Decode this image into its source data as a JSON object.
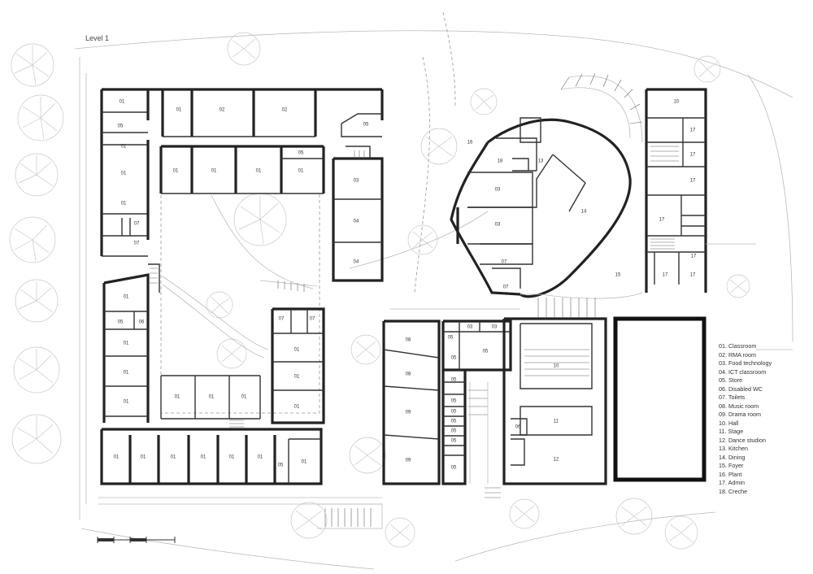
{
  "level_label": "Level 1",
  "legend": [
    "01. Classroom",
    "02. RMA room",
    "03. Food technology",
    "04. ICT classroom",
    "05. Store",
    "06. Disabled WC",
    "07. Toilets",
    "08. Music room",
    "09. Drama room",
    "10. Hall",
    "11. Stage",
    "12. Dance studion",
    "13. Kitchen",
    "14. Dining",
    "15. Foyer",
    "16. Plant",
    "17. Admin",
    "18. Creche"
  ],
  "room_labels": [
    "01",
    "05",
    "01",
    "02",
    "02",
    "05",
    "01",
    "01",
    "01",
    "05",
    "01",
    "01",
    "01",
    "07",
    "07",
    "03",
    "04",
    "04",
    "01",
    "05",
    "06",
    "01",
    "01",
    "01",
    "01",
    "01",
    "01",
    "07",
    "07",
    "01",
    "01",
    "01",
    "01",
    "01",
    "01",
    "01",
    "01",
    "01",
    "01",
    "05",
    "01",
    "08",
    "08",
    "09",
    "09",
    "05",
    "03",
    "03",
    "05",
    "05",
    "05",
    "05",
    "05",
    "05",
    "05",
    "05",
    "05",
    "10",
    "11",
    "12",
    "06",
    "16",
    "18",
    "13",
    "14",
    "03",
    "03",
    "07",
    "07",
    "15",
    "10",
    "17",
    "17",
    "17",
    "17",
    "17",
    "17",
    "17"
  ]
}
